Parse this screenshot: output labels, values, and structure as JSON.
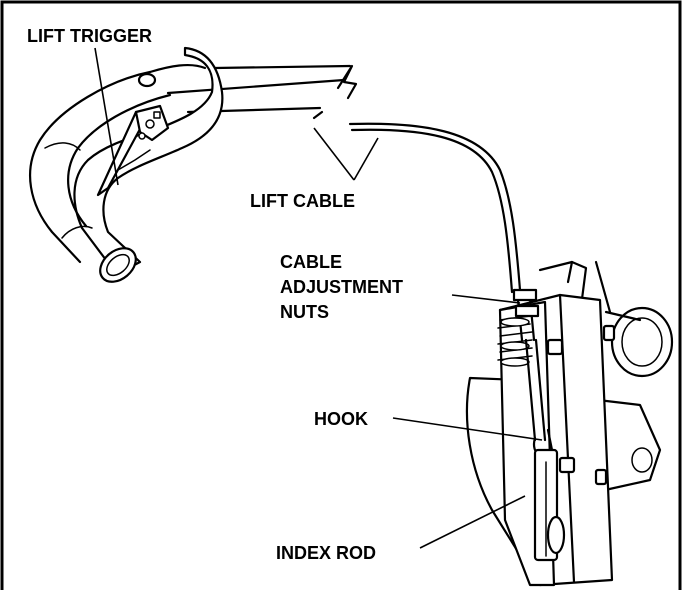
{
  "diagram": {
    "labels": {
      "lift_trigger": "LIFT TRIGGER",
      "lift_cable": "LIFT CABLE",
      "cable_adjustment_line1": "CABLE",
      "cable_adjustment_line2": "ADJUSTMENT",
      "cable_adjustment_line3": "NUTS",
      "hook": "HOOK",
      "index_rod": "INDEX ROD"
    }
  }
}
